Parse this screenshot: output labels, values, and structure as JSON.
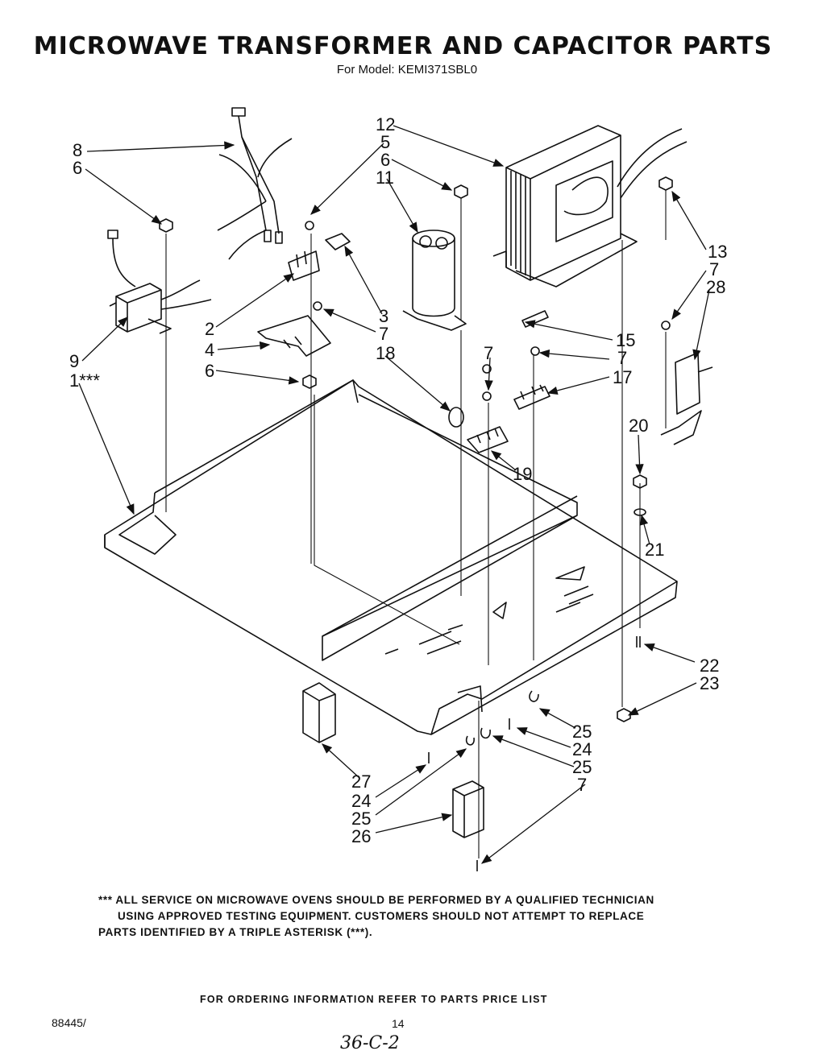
{
  "header": {
    "title": "MICROWAVE TRANSFORMER AND CAPACITOR PARTS",
    "model_line": "For Model: KEMI371SBL0"
  },
  "callouts": {
    "c12": "12",
    "c5": "5",
    "c6a": "6",
    "c11": "11",
    "c8": "8",
    "c6b": "6",
    "c13": "13",
    "c7a": "7",
    "c28": "28",
    "c3": "3",
    "c7b": "7",
    "c2": "2",
    "c4": "4",
    "c18": "18",
    "c6c": "6",
    "c9": "9",
    "c1": "1***",
    "c15": "15",
    "c7c": "7",
    "c7d": "7",
    "c17": "17",
    "c20": "20",
    "c19": "19",
    "c21": "21",
    "c22": "22",
    "c23": "23",
    "c25a": "25",
    "c24a": "24",
    "c25b": "25",
    "c7e": "7",
    "c27": "27",
    "c24b": "24",
    "c25c": "25",
    "c26": "26"
  },
  "notes": {
    "line1": "*** ALL SERVICE ON MICROWAVE OVENS SHOULD BE PERFORMED BY A QUALIFIED TECHNICIAN",
    "line2": "USING APPROVED TESTING EQUIPMENT. CUSTOMERS SHOULD NOT ATTEMPT TO REPLACE",
    "line3": "PARTS IDENTIFIED BY A TRIPLE ASTERISK (***)."
  },
  "footer": {
    "ordering": "FOR ORDERING INFORMATION REFER TO PARTS PRICE LIST",
    "doc_number": "88445/",
    "page_number": "14",
    "handwritten_note": "36-C-2"
  }
}
